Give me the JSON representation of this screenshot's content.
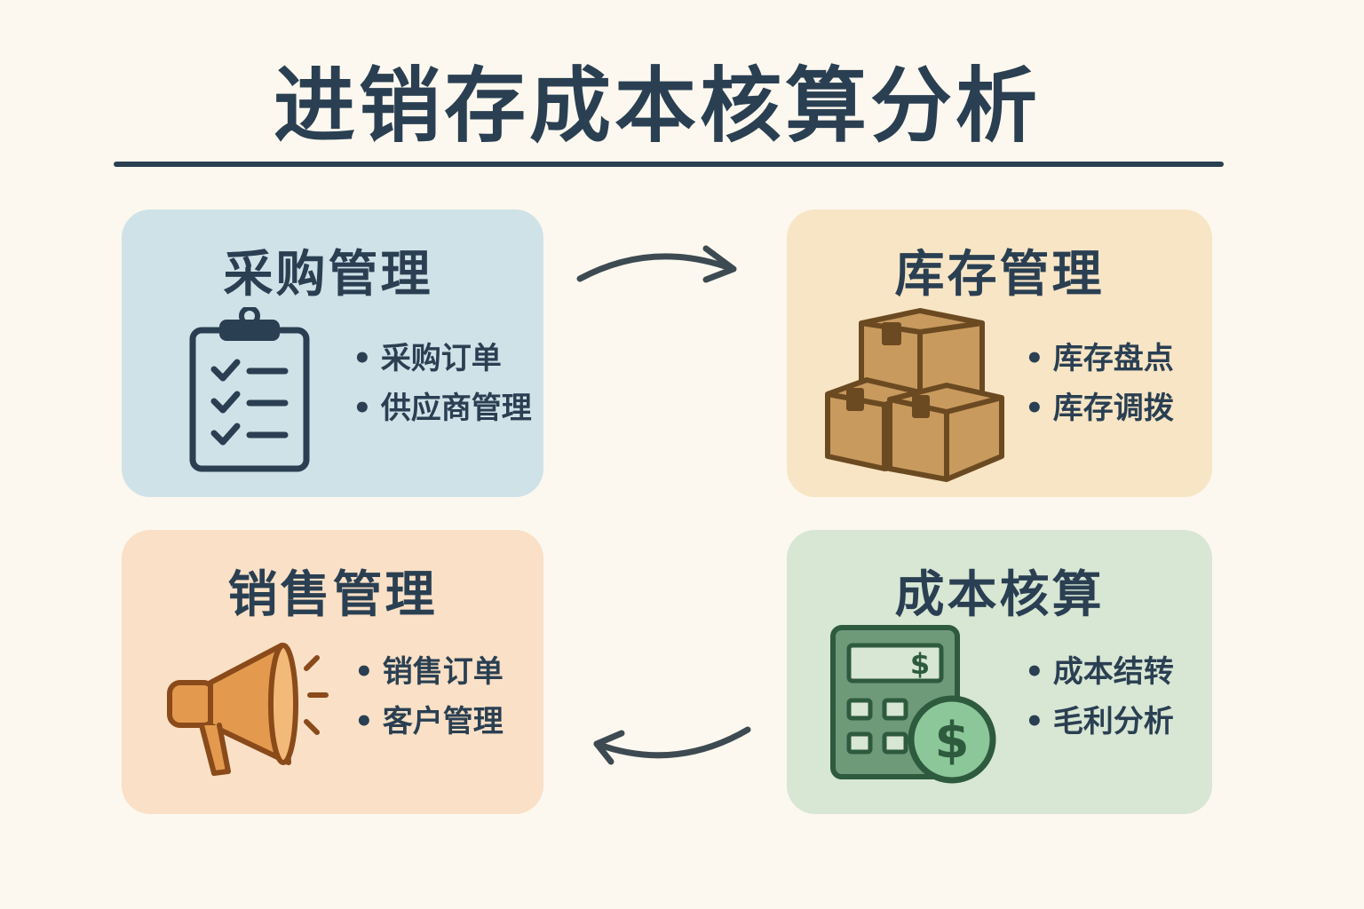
{
  "title": "进销存成本核算分析",
  "cards": [
    {
      "title": "采购管理",
      "items": [
        "采购订单",
        "供应商管理"
      ],
      "icon": "clipboard-checklist-icon",
      "color": "#cfe2e8"
    },
    {
      "title": "库存管理",
      "items": [
        "库存盘点",
        "库存调拨"
      ],
      "icon": "boxes-icon",
      "color": "#f7e5c5"
    },
    {
      "title": "销售管理",
      "items": [
        "销售订单",
        "客户管理"
      ],
      "icon": "megaphone-icon",
      "color": "#f9e0c6"
    },
    {
      "title": "成本核算",
      "items": [
        "成本结转",
        "毛利分析"
      ],
      "icon": "calculator-dollar-icon",
      "color": "#d8e6d4"
    }
  ],
  "calc_symbol": "$",
  "coin_symbol": "$",
  "colors": {
    "background": "#fcf8ef",
    "text": "#2a3f52"
  }
}
